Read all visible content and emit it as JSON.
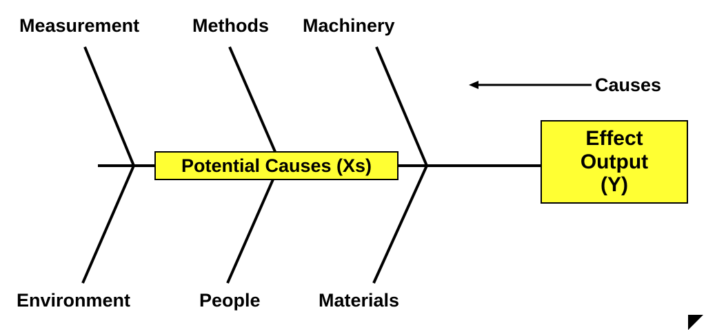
{
  "categories_top": {
    "measurement": "Measurement",
    "methods": "Methods",
    "machinery": "Machinery"
  },
  "categories_bottom": {
    "environment": "Environment",
    "people": "People",
    "materials": "Materials"
  },
  "causes_label": "Causes",
  "spine_label": "Potential Causes (Xs)",
  "effect": {
    "line1": "Effect",
    "line2": "Output",
    "line3": "(Y)"
  },
  "colors": {
    "box_fill": "#ffff33",
    "line": "#000000"
  }
}
